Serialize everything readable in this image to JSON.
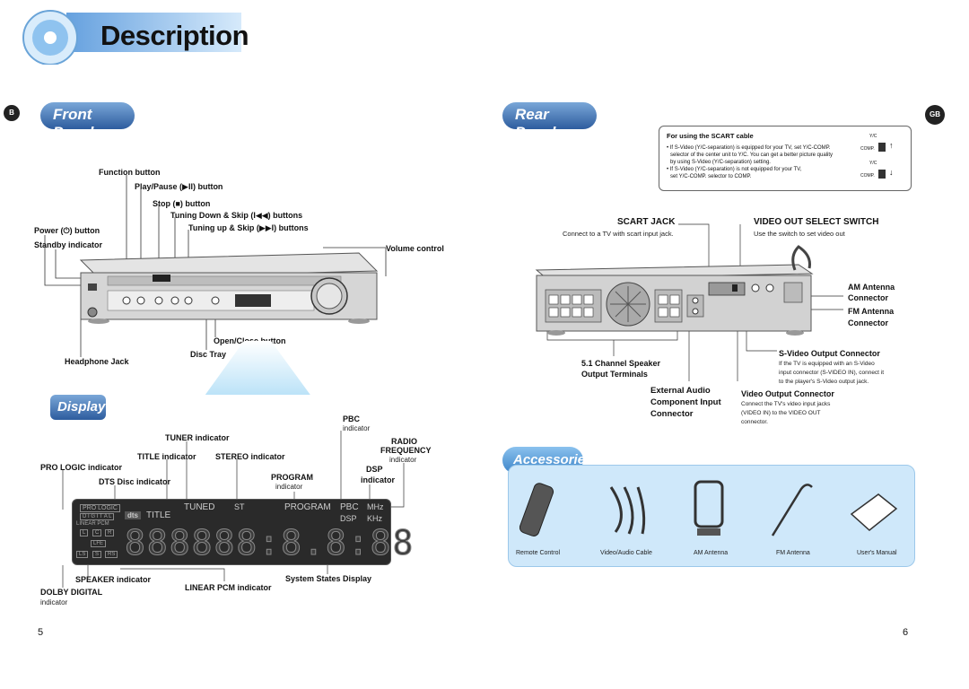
{
  "header": {
    "title": "Description"
  },
  "front": {
    "pill": "Front Panel",
    "badge": "B",
    "labels": {
      "function": "Function button",
      "playpause": "Play/Pause (▶II) button",
      "stop": "Stop (■) button",
      "tuning_down": "Tuning Down & Skip (I◀◀) buttons",
      "tuning_up": "Tuning up & Skip (▶▶I) buttons",
      "power": "Power (⏻) button",
      "standby": "Standby indicator",
      "volume": "Volume control",
      "openclose": "Open/Close button",
      "headphone": "Headphone Jack",
      "disctray": "Disc Tray"
    }
  },
  "display": {
    "pill": "Display",
    "labels": {
      "tuner": "TUNER indicator",
      "title": "TITLE indicator",
      "stereo": "STEREO indicator",
      "prologic": "PRO LOGIC indicator",
      "dts": "DTS Disc indicator",
      "program_1": "PROGRAM",
      "program_2": "indicator",
      "pbc_1": "PBC",
      "pbc_2": "indicator",
      "radio_1": "RADIO",
      "radio_2": "FREQUENCY",
      "radio_3": "indicator",
      "dsp_1": "DSP",
      "dsp_2": "indicator",
      "speaker": "SPEAKER indicator",
      "dolby_1": "DOLBY DIGITAL",
      "dolby_2": "indicator",
      "lpcm": "LINEAR PCM indicator",
      "system": "System States Display"
    },
    "screen": {
      "prologic": "PRO LOGIC",
      "digital": "D I G I T A L",
      "linear": "LINEAR PCM",
      "spk_top": [
        "L",
        "C",
        "R"
      ],
      "spk_mid": "LFE",
      "spk_bot": [
        "LS",
        "S",
        "RS"
      ],
      "dts": "dts",
      "title": "TITLE",
      "tuned": "TUNED",
      "st": "ST",
      "program": "PROGRAM",
      "pbc": "PBC",
      "dsp": "DSP",
      "mhz": "MHz",
      "khz": "KHz",
      "digits": "888888:8.8:88"
    }
  },
  "rear": {
    "pill": "Rear Panel",
    "badge": "GB",
    "scart_box": {
      "title": "For using the SCART cable",
      "line1": "• If S-Video (Y/C-separation) is equipped for your TV, set Y/C-COMP.",
      "line2": "selector of the center unit to Y/C. You can get a better picture quality",
      "line3": "by using S-Video (Y/C-separation) setting.",
      "line4": "• If S-Video (Y/C-separation) is not equipped for your TV,",
      "line5": "set Y/C-COMP. selector to COMP.",
      "sw_top": "Y/C",
      "sw_bot": "COMP."
    },
    "labels": {
      "scart": "SCART JACK",
      "scart_sub": "Connect to a TV with scart input jack.",
      "video_sw": "VIDEO OUT SELECT SWITCH",
      "video_sw_sub": "Use the switch to set video out",
      "am_1": "AM Antenna",
      "am_2": "Connector",
      "fm_1": "FM Antenna",
      "fm_2": "Connector",
      "svideo": "S-Video Output Connector",
      "svideo_sub1": "If the TV is equipped with an S-Video",
      "svideo_sub2": "input connector (S-VIDEO IN), connect it",
      "svideo_sub3": "to the player's S-Video output jack.",
      "speaker_1": "5.1 Channel Speaker",
      "speaker_2": "Output Terminals",
      "ext_1": "External Audio",
      "ext_2": "Component Input",
      "ext_3": "Connector",
      "vout": "Video Output Connector",
      "vout_sub1": "Connect the TV's video input jacks",
      "vout_sub2": "(VIDEO IN) to the VIDEO OUT",
      "vout_sub3": "connector."
    }
  },
  "accessories": {
    "pill": "Accessories",
    "items": [
      "Remote Control",
      "Video/Audio Cable",
      "AM Antenna",
      "FM Antenna",
      "User's Manual"
    ]
  },
  "pages": {
    "left": "5",
    "right": "6"
  },
  "colors": {
    "accent": "#2d5c9e",
    "display_bg": "#2a2a2a",
    "beam": "#9fd8f5"
  }
}
